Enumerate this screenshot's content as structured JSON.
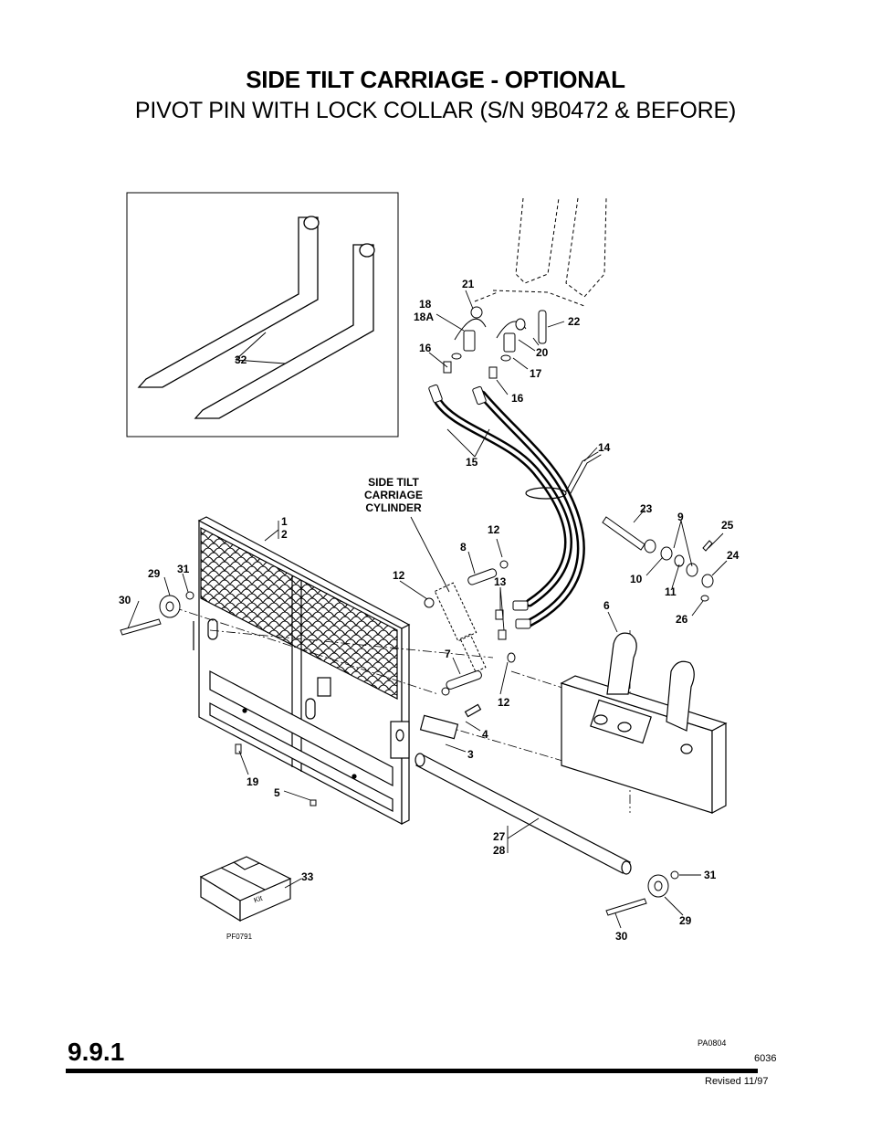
{
  "header": {
    "title": "SIDE TILT CARRIAGE - OPTIONAL",
    "subtitle": "PIVOT PIN WITH LOCK COLLAR (S/N 9B0472 & BEFORE)"
  },
  "diagram": {
    "callouts": [
      "1",
      "2",
      "3",
      "4",
      "5",
      "6",
      "7",
      "8",
      "9",
      "10",
      "11",
      "12",
      "12",
      "12",
      "13",
      "14",
      "15",
      "16",
      "16",
      "17",
      "18",
      "18A",
      "19",
      "20",
      "21",
      "22",
      "23",
      "24",
      "25",
      "26",
      "27",
      "28",
      "29",
      "29",
      "30",
      "30",
      "31",
      "31",
      "32",
      "33"
    ],
    "cylinder_label": [
      "SIDE TILT",
      "CARRIAGE",
      "CYLINDER"
    ],
    "kit_box_text": "Kit",
    "inset_code": "PF0791"
  },
  "footer": {
    "section": "9.9.1",
    "code": "PA0804",
    "page": "6036",
    "revised": "Revised 11/97"
  }
}
